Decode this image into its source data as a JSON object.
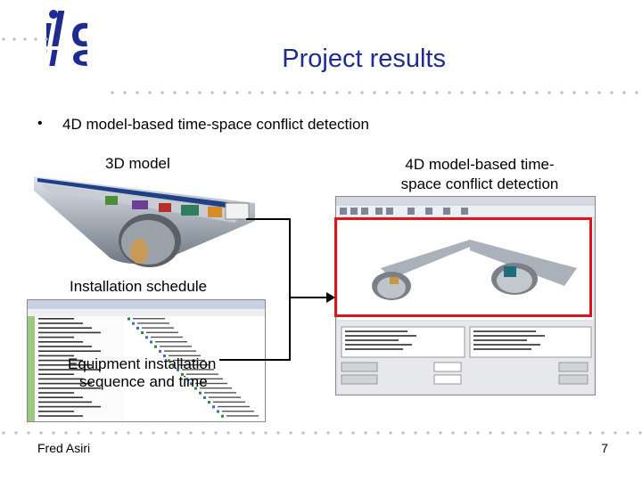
{
  "header": {
    "title": "Project results",
    "logo_text": "ilc"
  },
  "bullets": [
    {
      "marker": "•",
      "text": "4D model-based time-space conflict detection"
    }
  ],
  "labels": {
    "model_3d": "3D model",
    "conflict_line1": "4D model-based time-",
    "conflict_line2": "space conflict detection",
    "schedule": "Installation schedule",
    "equip_line1": "Equipment installation",
    "equip_line2": "sequence and time"
  },
  "footer": {
    "author": "Fred Asiri",
    "page_number": "7"
  },
  "colors": {
    "title": "#1f2c8f",
    "dots": "#b8bcc8",
    "highlight_box": "#e0141b",
    "logo": "#1f2c8f"
  }
}
